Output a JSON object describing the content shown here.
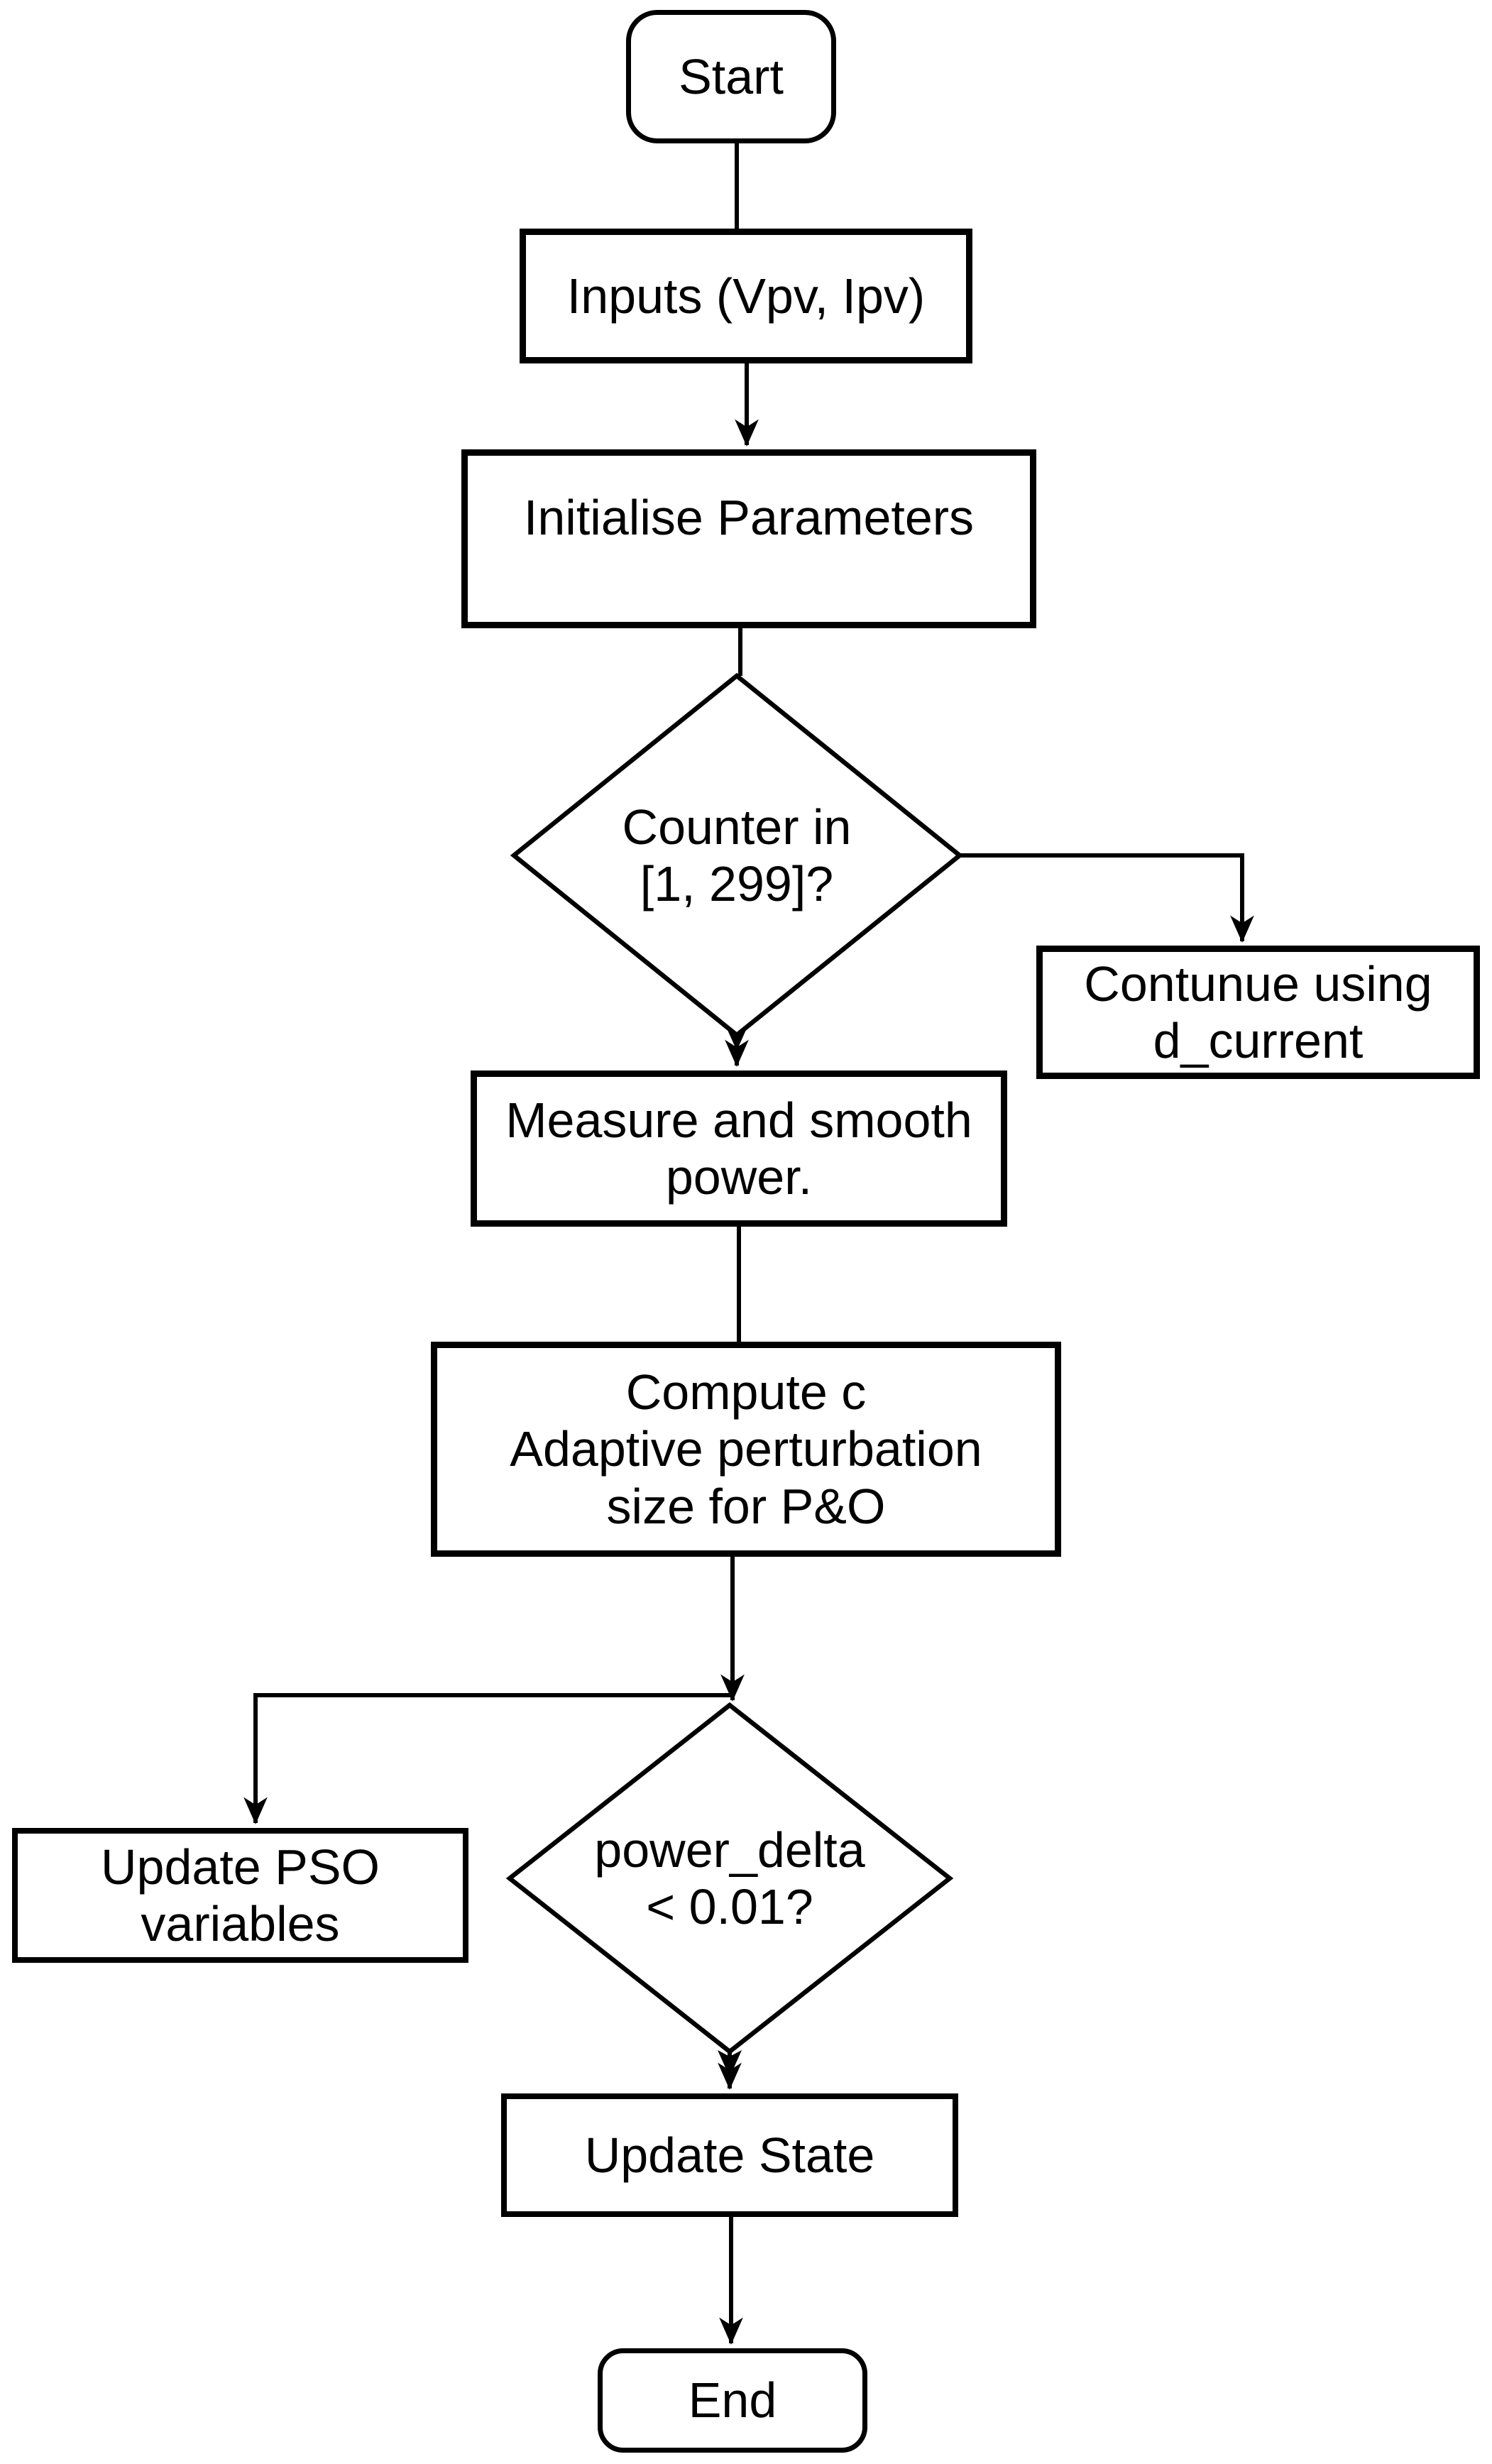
{
  "flowchart": {
    "colors": {
      "ink": "#000000",
      "paper": "#ffffff"
    },
    "nodes": {
      "start": {
        "type": "terminator",
        "lines": [
          "Start"
        ]
      },
      "inputs": {
        "type": "process",
        "lines": [
          "Inputs (Vpv, Ipv)"
        ]
      },
      "initialise": {
        "type": "process",
        "lines": [
          "Initialise Parameters"
        ]
      },
      "counter_check": {
        "type": "decision",
        "lines": [
          "Counter in",
          "[1, 299]?"
        ]
      },
      "continue_d_current": {
        "type": "process",
        "lines": [
          "Contunue using",
          "d_current"
        ]
      },
      "measure_power": {
        "type": "process",
        "lines": [
          "Measure and smooth",
          "power."
        ]
      },
      "compute_step": {
        "type": "process",
        "lines": [
          "Compute c",
          "Adaptive perturbation",
          "size for P&O"
        ]
      },
      "power_delta_check": {
        "type": "decision",
        "lines": [
          "power_delta",
          "< 0.01?"
        ]
      },
      "update_pso": {
        "type": "process",
        "lines": [
          "Update PSO",
          "variables"
        ]
      },
      "update_state": {
        "type": "process",
        "lines": [
          "Update State"
        ]
      },
      "end": {
        "type": "terminator",
        "lines": [
          "End"
        ]
      }
    },
    "edges": [
      {
        "from": "start",
        "to": "inputs"
      },
      {
        "from": "inputs",
        "to": "initialise"
      },
      {
        "from": "initialise",
        "to": "counter_check"
      },
      {
        "from": "counter_check",
        "to": "continue_d_current"
      },
      {
        "from": "counter_check",
        "to": "measure_power"
      },
      {
        "from": "measure_power",
        "to": "compute_step"
      },
      {
        "from": "compute_step",
        "to": "power_delta_check"
      },
      {
        "from": "compute_step",
        "to": "update_pso"
      },
      {
        "from": "power_delta_check",
        "to": "update_state"
      },
      {
        "from": "update_state",
        "to": "end"
      }
    ]
  }
}
